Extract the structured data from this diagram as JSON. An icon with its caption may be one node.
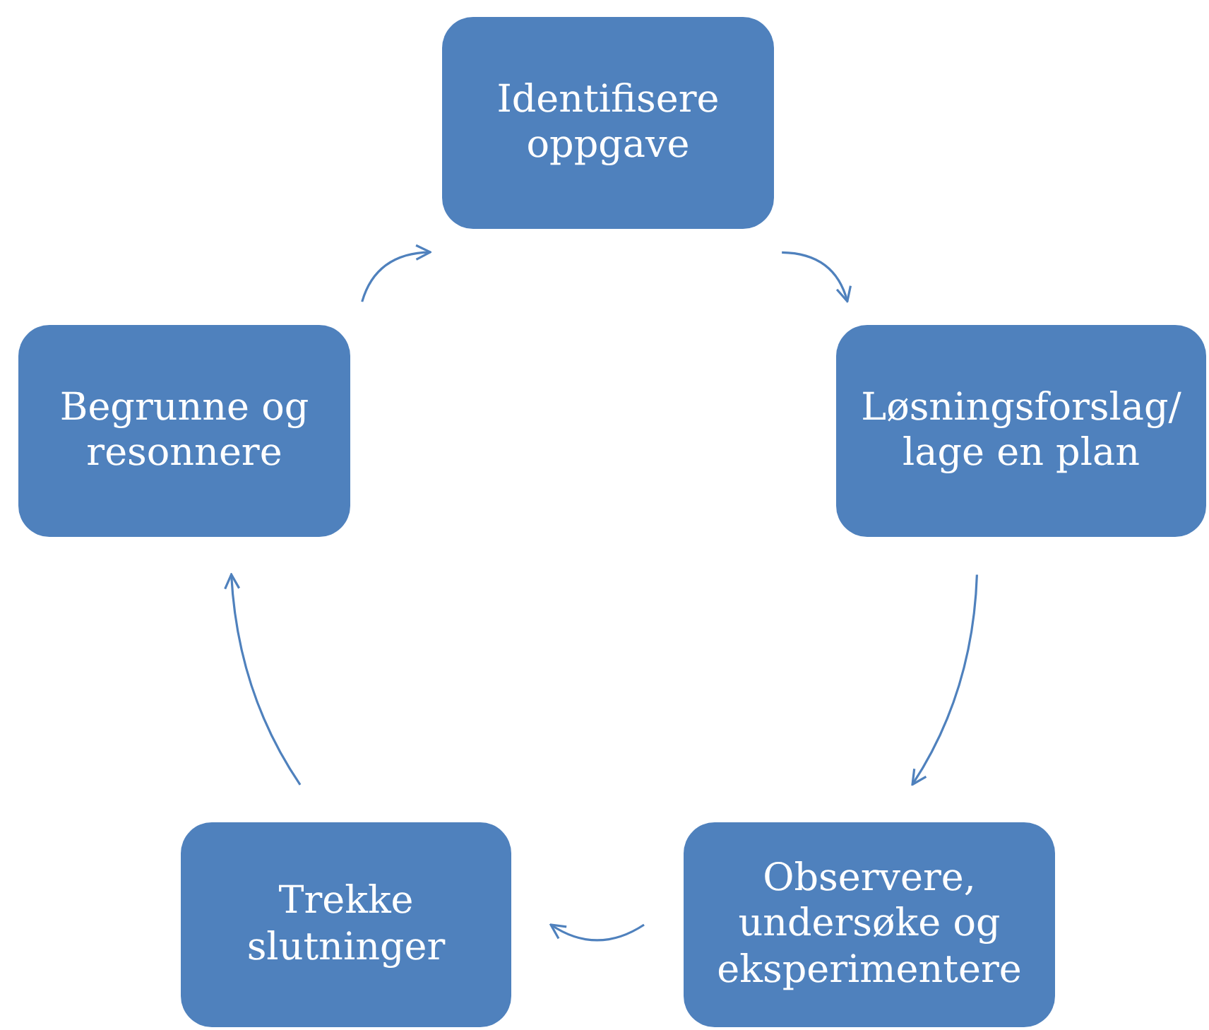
{
  "diagram": {
    "nodes": [
      {
        "text": [
          "Identifisere oppgave"
        ]
      },
      {
        "text": [
          "Løsningsforslag/ lage en plan"
        ]
      },
      {
        "text": [
          "Observere, undersøke og eksperimentere"
        ]
      },
      {
        "text": [
          "Trekke slutninger"
        ]
      },
      {
        "text": [
          "Begrunne og resonnere"
        ]
      }
    ],
    "edges": [
      {
        "from": 0,
        "to": 1,
        "arrow": "to"
      },
      {
        "from": 1,
        "to": 2,
        "arrow": "to"
      },
      {
        "from": 2,
        "to": 3,
        "arrow": "to"
      },
      {
        "from": 3,
        "to": 4,
        "arrow": "to"
      },
      {
        "from": 4,
        "to": 0,
        "arrow": "to"
      }
    ]
  }
}
